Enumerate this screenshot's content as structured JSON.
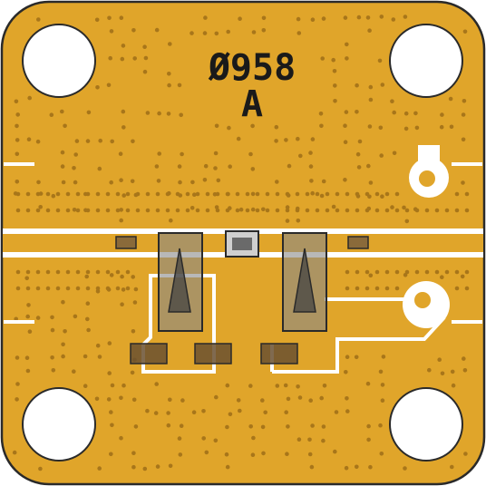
{
  "board": {
    "part_number": "Ø958",
    "revision": "A"
  },
  "colors": {
    "substrate": "#e0a52a",
    "board_edge": "#2a2a2a",
    "metal": "#ffffff",
    "via": "#a8761a",
    "component": "#555555",
    "text": "#1a1a1a"
  },
  "icons": [
    "mounting-hole",
    "test-pad",
    "triangle-marker",
    "capacitor",
    "via"
  ]
}
